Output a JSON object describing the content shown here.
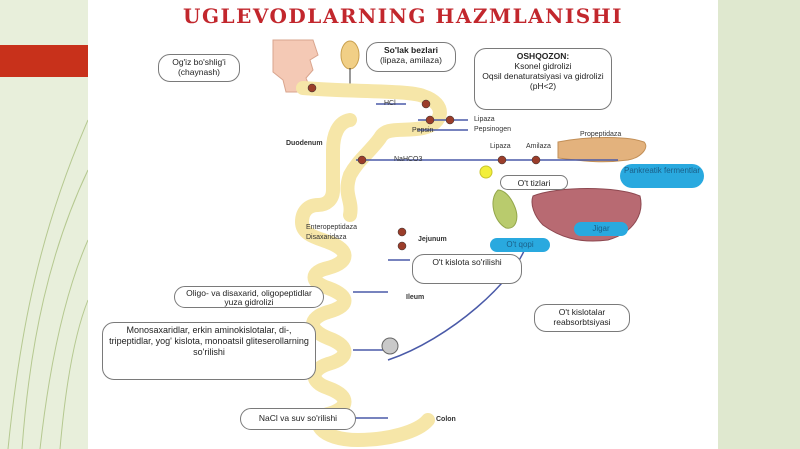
{
  "title": "UGLEVODLARNING HAZMLANISHI",
  "boxes": {
    "mouth": "Og'iz bo'shlig'i (chaynash)",
    "salivary_title": "So'lak bezlari",
    "salivary_sub": "(lipaza, amilaza)",
    "stomach_title": "OSHQOZON:",
    "stomach_items": [
      "Ksonel gidrolizi",
      "Oqsil denaturatsiyasi va gidrolizi",
      "(pH<2)"
    ],
    "bile_ducts": "O't tizlari",
    "bile_acid": "O't kislota so'rilishi",
    "oligo": "Oligo- va disaxarid, oligopeptidlar yuza gidrolizi",
    "mono": "Monosaxaridlar, erkin aminokislotalar, di-, tripeptidlar, yog' kislota, monoatsil gliteserollarning so'rilishi",
    "nacl": "NaCl va suv so'rilishi",
    "reabsorption": "O't kislotalar reabsorbtsiyasi"
  },
  "pills": {
    "pancreas_enzymes": "Pankreatik fermentlar",
    "gallbladder": "O't qopi",
    "liver": "Jigar"
  },
  "labels": {
    "hcl": "HCl",
    "pepsin": "Pepsin",
    "lipase1": "Lipaza",
    "pepsinogen": "Pepsinogen",
    "duodenum": "Duodenum",
    "nahco3": "NaHCO3",
    "lipase2": "Lipaza",
    "amylase": "Amilaza",
    "propeptidase": "Propeptidaza",
    "enteropeptidase": "Enteropeptidaza",
    "disaccharidase": "Disaxaridaza",
    "jejunum": "Jejunum",
    "ileum": "Ileum",
    "colon": "Colon"
  }
}
